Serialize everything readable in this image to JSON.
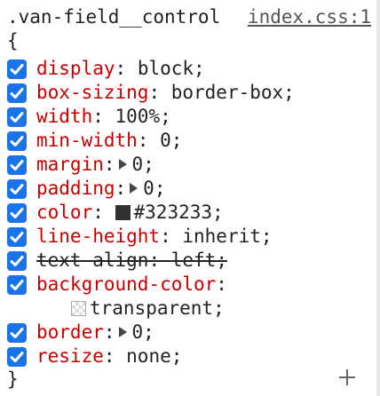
{
  "rule": {
    "selector": ".van-field__control",
    "source": "index.css:1",
    "open_brace": "{",
    "close_brace": "}"
  },
  "declarations": [
    {
      "property": "display",
      "value": "block",
      "checked": true,
      "overridden": false
    },
    {
      "property": "box-sizing",
      "value": "border-box",
      "checked": true,
      "overridden": false
    },
    {
      "property": "width",
      "value": "100%",
      "checked": true,
      "overridden": false
    },
    {
      "property": "min-width",
      "value": "0",
      "checked": true,
      "overridden": false
    },
    {
      "property": "margin",
      "value": "0",
      "checked": true,
      "overridden": false,
      "expandable": true
    },
    {
      "property": "padding",
      "value": "0",
      "checked": true,
      "overridden": false,
      "expandable": true
    },
    {
      "property": "color",
      "value": "#323233",
      "checked": true,
      "overridden": false,
      "swatch": "#323233"
    },
    {
      "property": "line-height",
      "value": "inherit",
      "checked": true,
      "overridden": false
    },
    {
      "property": "text-align",
      "value": "left",
      "checked": true,
      "overridden": true
    },
    {
      "property": "background-color",
      "value": "transparent",
      "checked": true,
      "overridden": false,
      "swatch": "transparent"
    },
    {
      "property": "border",
      "value": "0",
      "checked": true,
      "overridden": false,
      "expandable": true
    },
    {
      "property": "resize",
      "value": "none",
      "checked": true,
      "overridden": false
    }
  ],
  "colors": {
    "checkbox": "#1a73e8",
    "property_name": "#c80000",
    "swatch_color": "#323233"
  },
  "icons": {
    "checkbox": "check-icon",
    "expand": "triangle-right-icon",
    "add": "plus-icon"
  }
}
